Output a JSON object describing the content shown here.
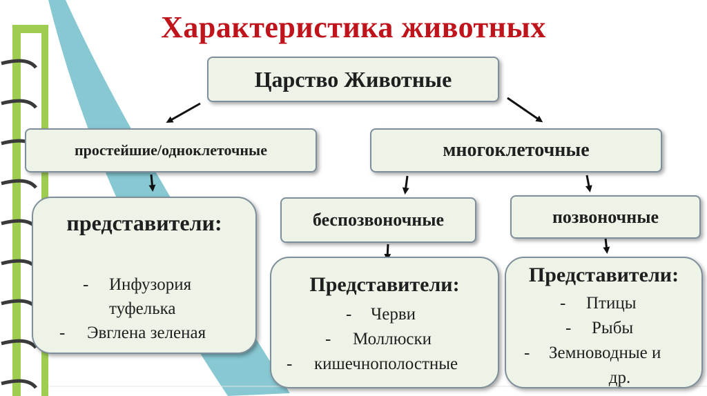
{
  "title": "Характеристика животных",
  "nodes": {
    "root": "Царство Животные",
    "unicellular": "простейшие/одноклеточные",
    "multicellular": "многоклеточные",
    "invertebrates": "беспозвоночные",
    "vertebrates": "позвоночные"
  },
  "cards": {
    "unicellular": {
      "heading": "представители:",
      "items": [
        "Инфузория туфелька",
        "Эвглена зеленая"
      ]
    },
    "invertebrates": {
      "heading": "Представители:",
      "items": [
        "Черви",
        "Моллюски",
        "кишечнополостные"
      ]
    },
    "vertebrates": {
      "heading": "Представители:",
      "items": [
        "Птицы",
        "Рыбы",
        "Земноводные и",
        "др."
      ]
    }
  },
  "bullet": "-",
  "colors": {
    "title": "#c0141c",
    "box_fill": "#eef3e8",
    "box_border": "#7e8f9b",
    "arrow": "#111111",
    "ring": "#3a3a3a",
    "decor_green": "#9fcd52",
    "decor_teal": "#5fb6c4"
  }
}
